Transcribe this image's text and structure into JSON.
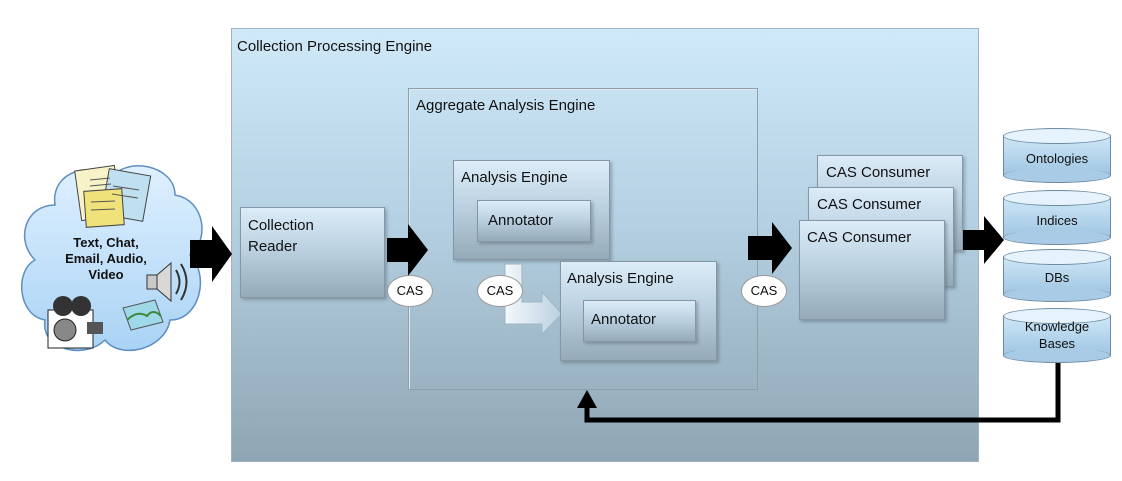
{
  "cpe": {
    "title": "Collection Processing Engine"
  },
  "aggregate": {
    "title": "Aggregate Analysis Engine"
  },
  "collection_reader": {
    "label": "Collection\nReader"
  },
  "analysis_engine_1": {
    "label": "Analysis Engine",
    "annotator": "Annotator"
  },
  "analysis_engine_2": {
    "label": "Analysis Engine",
    "annotator": "Annotator"
  },
  "cas_consumers": [
    "CAS Consumer",
    "CAS Consumer",
    "CAS Consumer"
  ],
  "cas_labels": [
    "CAS",
    "CAS",
    "CAS"
  ],
  "source": {
    "label": "Text, Chat,\nEmail, Audio,\nVideo"
  },
  "stores": [
    "Ontologies",
    "Indices",
    "DBs",
    "Knowledge\nBases"
  ]
}
